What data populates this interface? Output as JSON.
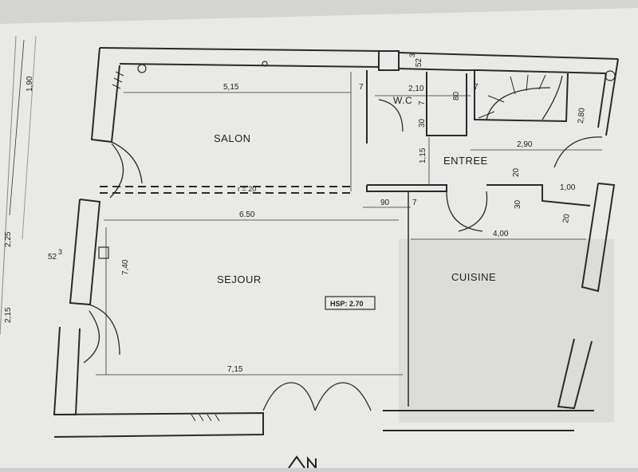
{
  "plan": {
    "rooms": {
      "salon": "SALON",
      "sejour": "SEJOUR",
      "entree": "ENTREE",
      "wc": "W.C",
      "cuisine": "CUISINE"
    },
    "dimensions": {
      "salon_width": "5,15",
      "sejour_width": "6.50",
      "bottom_width": "7,15",
      "wc_width": "2,10",
      "entree_width": "2,90",
      "cuisine_width": "4,00",
      "left_height": "7,40",
      "entree_height": "1,15",
      "door_90": "90",
      "wall_7_a": "7",
      "wall_7_b": "7",
      "wall_7_c": "7",
      "wall_7_d": "7",
      "wc_80": "80",
      "wc_30": "30",
      "dim_52_top": "52",
      "dim_52_top_exp": "3",
      "dim_52_left": "52",
      "dim_52_left_exp": "3",
      "dim_20_a": "20",
      "dim_20_b": "20",
      "dim_30_c": "30",
      "dim_100": "1,00",
      "dim_280": "2,80",
      "dim_190": "1,90",
      "dim_225": "2,25",
      "dim_215": "2,15",
      "beam_label": "r = 20"
    },
    "ceiling_height": "HSP: 2.70",
    "colors": {
      "paper": "#e9e9e7",
      "ink": "#2a2a2a",
      "shadow": "#cfcfcf"
    }
  }
}
